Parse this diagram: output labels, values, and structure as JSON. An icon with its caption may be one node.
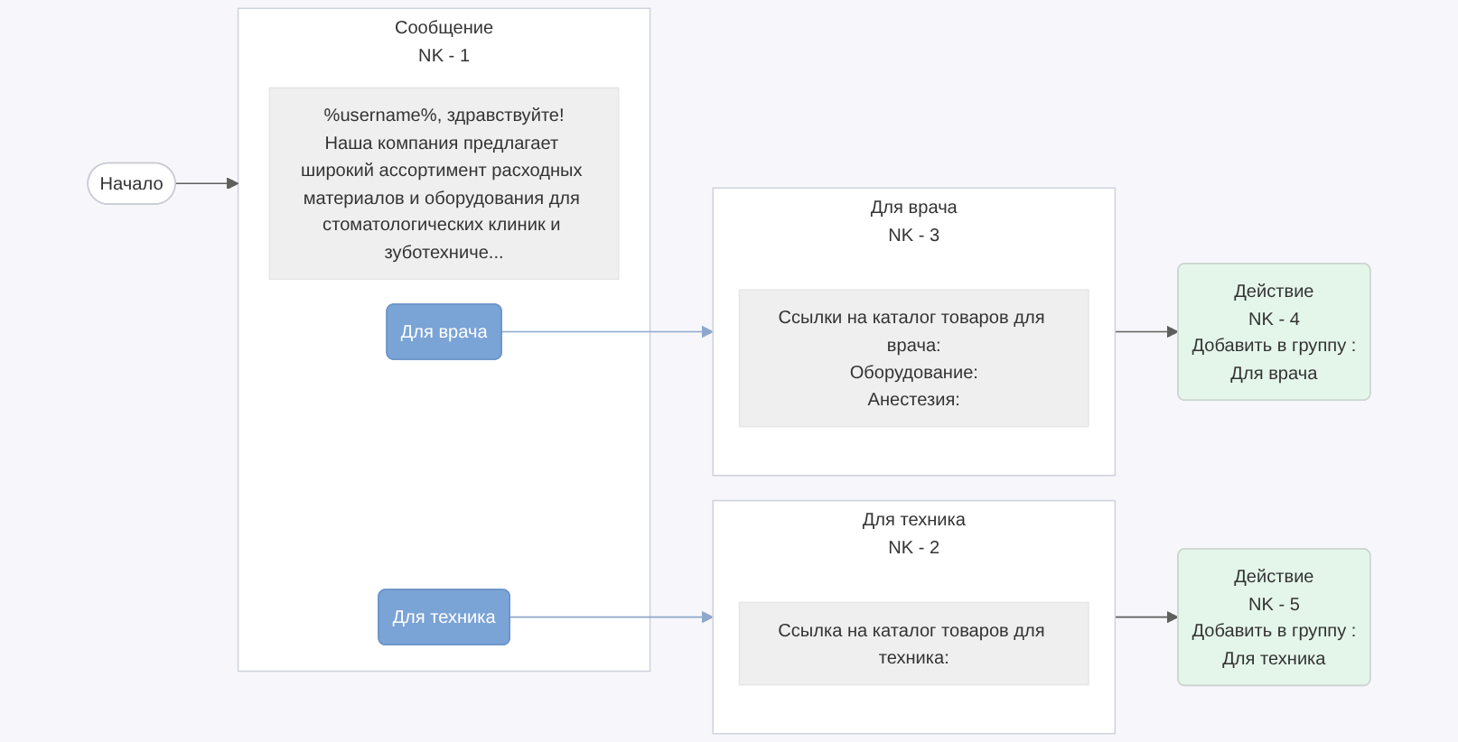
{
  "diagram": {
    "nodes": [
      {
        "text": [
          "Начало"
        ]
      },
      {
        "text": [
          "Сообщение",
          "NK - 1"
        ]
      },
      {
        "text": [
          "%username%, здравствуйте!",
          "Наша компания предлагает широкий ассортимент расходных материалов и оборудования для стоматологических клиник и зуботехниче..."
        ],
        "in": 1
      },
      {
        "text": [
          "Для врача"
        ],
        "in": 1
      },
      {
        "text": [
          "Для техника"
        ],
        "in": 1
      },
      {
        "text": [
          "Для врача",
          "NK - 3"
        ]
      },
      {
        "text": [
          "Ссылки на каталог товаров для врача:",
          "Оборудование:",
          "Анестезия:"
        ],
        "in": 5
      },
      {
        "text": [
          "Для техника",
          "NK - 2"
        ]
      },
      {
        "text": [
          "Ссылка на каталог товаров для техника:"
        ],
        "in": 7
      },
      {
        "text": [
          "Действие",
          "NK - 4",
          "Добавить в группу :",
          "Для врача"
        ]
      },
      {
        "text": [
          "Действие",
          "NK - 5",
          "Добавить в группу :",
          "Для техника"
        ]
      }
    ],
    "edges": [
      {
        "from": 0,
        "to": 1,
        "arrow": "to"
      },
      {
        "from": 3,
        "to": 5,
        "arrow": "to",
        "color": "#8ea8cc"
      },
      {
        "from": 4,
        "to": 7,
        "arrow": "to",
        "color": "#8ea8cc"
      },
      {
        "from": 5,
        "to": 9,
        "arrow": "to"
      },
      {
        "from": 7,
        "to": 10,
        "arrow": "to"
      }
    ]
  }
}
